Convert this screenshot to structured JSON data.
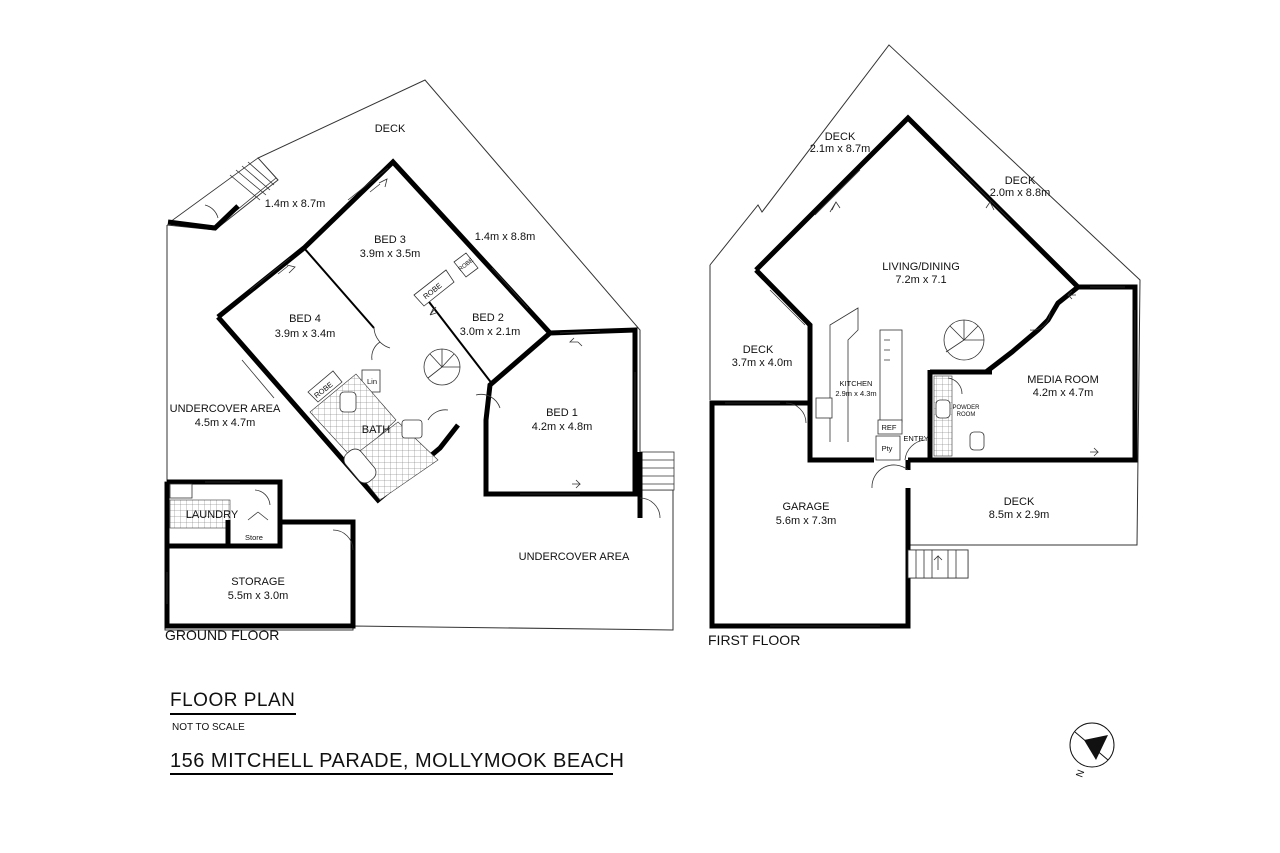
{
  "plan": {
    "title": "FLOOR PLAN",
    "scale_note": "NOT TO SCALE",
    "address": "156 MITCHELL PARADE, MOLLYMOOK BEACH",
    "compass_label": "N"
  },
  "ground_floor": {
    "label": "GROUND FLOOR",
    "deck_top": "DECK",
    "deck_left_dim": "1.4m x 8.7m",
    "deck_right_dim": "1.4m x 8.8m",
    "bed3": {
      "name": "BED 3",
      "dim": "3.9m x 3.5m"
    },
    "bed4": {
      "name": "BED 4",
      "dim": "3.9m x 3.4m"
    },
    "bed2": {
      "name": "BED 2",
      "dim": "3.0m x 2.1m"
    },
    "bed1": {
      "name": "BED 1",
      "dim": "4.2m x 4.8m"
    },
    "robe_a": "ROBE",
    "robe_b": "ROBE",
    "robe_c": "ROBE",
    "lin": "Lin",
    "bath": "BATH",
    "undercover_left": {
      "name": "UNDERCOVER AREA",
      "dim": "4.5m x 4.7m"
    },
    "laundry": "LAUNDRY",
    "store": "Store",
    "storage": {
      "name": "STORAGE",
      "dim": "5.5m x 3.0m"
    },
    "undercover_bottom": "UNDERCOVER AREA"
  },
  "first_floor": {
    "label": "FIRST FLOOR",
    "deck_a": {
      "name": "DECK",
      "dim": "2.1m x 8.7m"
    },
    "deck_b": {
      "name": "DECK",
      "dim": "2.0m x 8.8m"
    },
    "living": {
      "name": "LIVING/DINING",
      "dim": "7.2m x 7.1"
    },
    "deck_c": {
      "name": "DECK",
      "dim": "3.7m x 4.0m"
    },
    "kitchen": {
      "name": "KITCHEN",
      "dim": "2.9m x 4.3m"
    },
    "ref": "REF",
    "pty": "Pty",
    "entry": "ENTRY",
    "powder": {
      "line1": "POWDER",
      "line2": "ROOM"
    },
    "media": {
      "name": "MEDIA ROOM",
      "dim": "4.2m x 4.7m"
    },
    "garage": {
      "name": "GARAGE",
      "dim": "5.6m x 7.3m"
    },
    "deck_d": {
      "name": "DECK",
      "dim": "8.5m x 2.9m"
    }
  }
}
